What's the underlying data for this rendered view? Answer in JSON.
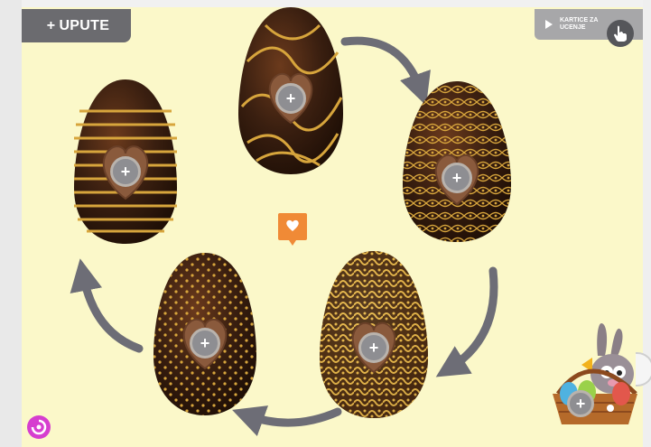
{
  "toolbar": {
    "upute_label": "UPUTE",
    "upute_plus": "+",
    "kartice_label": "KARTICE ZA UCENJE"
  },
  "hotspots": {
    "symbol": "+"
  },
  "eggs": [
    {
      "name": "egg-striped-gold",
      "pattern": "horizontal-stripes"
    },
    {
      "name": "egg-marbled-gold",
      "pattern": "gold-marble"
    },
    {
      "name": "egg-lace-gold",
      "pattern": "gold-lace"
    },
    {
      "name": "egg-gold-filigree",
      "pattern": "gold-filigree"
    },
    {
      "name": "egg-gold-dots",
      "pattern": "gold-dots"
    }
  ],
  "icons": {
    "favorite": "heart-icon",
    "touch": "hand-pointer-icon",
    "logo": "swirl-logo-icon",
    "arrows": "cycle-arrow-icon"
  },
  "colors": {
    "background": "#fbf8c9",
    "button_dark": "#6b6b6f",
    "button_light": "#a7a7a9",
    "accent_orange": "#f08a36",
    "logo_magenta": "#d63ecf",
    "chocolate": "#3a1f10",
    "gold": "#d7a53c"
  }
}
